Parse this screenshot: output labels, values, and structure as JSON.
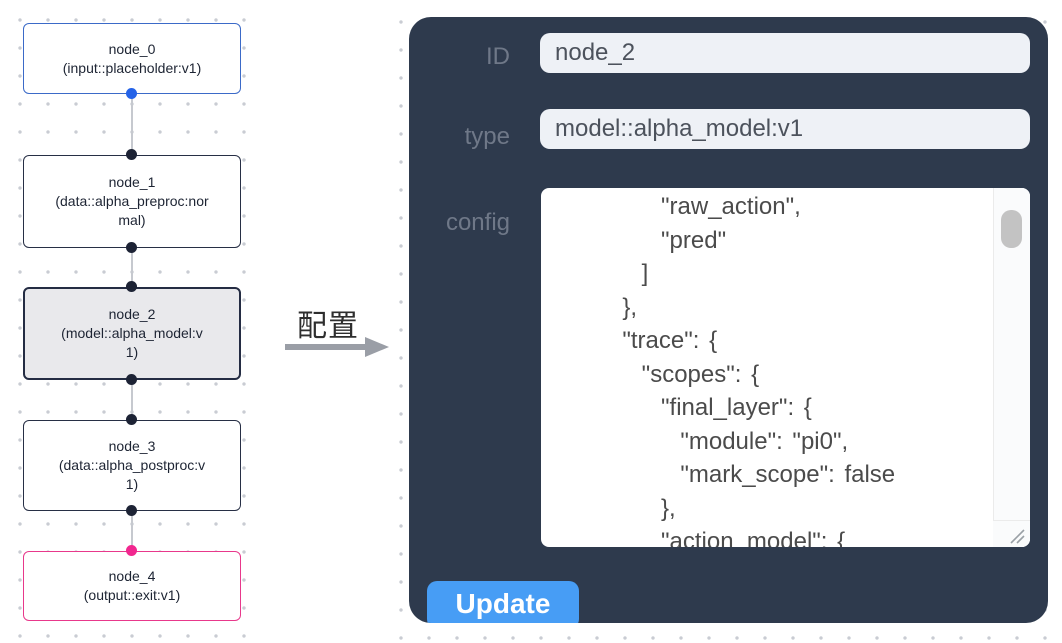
{
  "graph": {
    "nodes": [
      {
        "label": "node_0",
        "type": "(input::placeholder:v1)",
        "kind": "input",
        "selected": false
      },
      {
        "label": "node_1",
        "type": "(data::alpha_preproc:normal)",
        "kind": "data",
        "selected": false
      },
      {
        "label": "node_2",
        "type": "(model::alpha_model:v1)",
        "kind": "model",
        "selected": true
      },
      {
        "label": "node_3",
        "type": "(data::alpha_postproc:v1)",
        "kind": "data",
        "selected": false
      },
      {
        "label": "node_4",
        "type": "(output::exit:v1)",
        "kind": "output",
        "selected": false
      }
    ]
  },
  "transition": {
    "label": "配置"
  },
  "panel": {
    "id": {
      "label": "ID",
      "value": "node_2"
    },
    "type": {
      "label": "type",
      "value": "model::alpha_model:v1"
    },
    "config": {
      "label": "config",
      "text": "      \"raw_action\",\n      \"pred\"\n    ]\n  },\n  \"trace\": {\n    \"scopes\": {\n      \"final_layer\": {\n        \"module\": \"pi0\",\n        \"mark_scope\": false\n      },\n      \"action_model\": {"
    },
    "update_label": "Update"
  },
  "colors": {
    "panel_bg": "#2e3a4d",
    "input_node_border": "#3b6ac8",
    "output_node_border": "#e8388b",
    "default_node_border": "#272f45",
    "selected_node_bg": "#e9e9ec",
    "port_blue": "#2563e8",
    "port_pink": "#f1278f",
    "port_dark": "#1d2335",
    "update_button": "#479df5",
    "field_bg": "#eef1f6"
  }
}
